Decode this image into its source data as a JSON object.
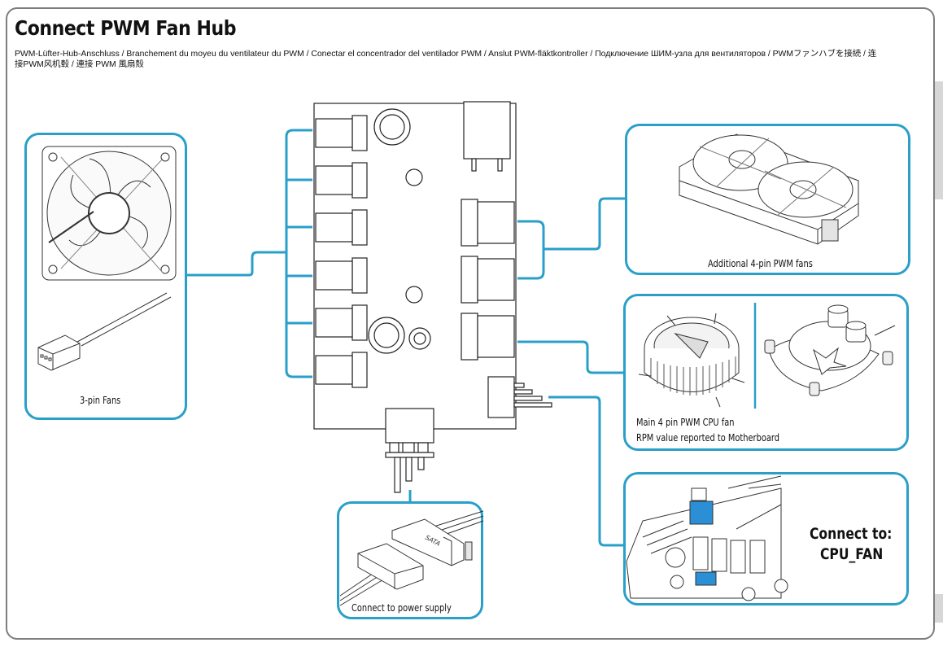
{
  "header": {
    "title": "Connect PWM Fan Hub",
    "subtitle": "PWM-Lüfter-Hub-Anschluss / Branchement du moyeu du ventilateur du PWM / Conectar el concentrador del ventilador PWM / Anslut PWM-fläktkontroller / Подключение ШИМ-узла для вентиляторов / PWMファンハブを接続 / 连接PWM风机毂 / 連接 PWM 風扇殼"
  },
  "panels": {
    "three_pin": {
      "caption": "3-pin Fans"
    },
    "additional_pwm": {
      "caption": "Additional  4-pin PWM fans"
    },
    "cpu_fan": {
      "caption_line1": "Main 4 pin PWM CPU fan",
      "caption_line2": "RPM value reported to Motherboard"
    },
    "motherboard": {
      "caption_line1": "Connect to:",
      "caption_line2": "CPU_FAN"
    },
    "power": {
      "caption": "Connect to power supply",
      "connector_label": "SATA"
    }
  },
  "colors": {
    "accent": "#2a9fc9",
    "header_blue": "#2b8fd6",
    "frame": "#7d7d7d"
  }
}
